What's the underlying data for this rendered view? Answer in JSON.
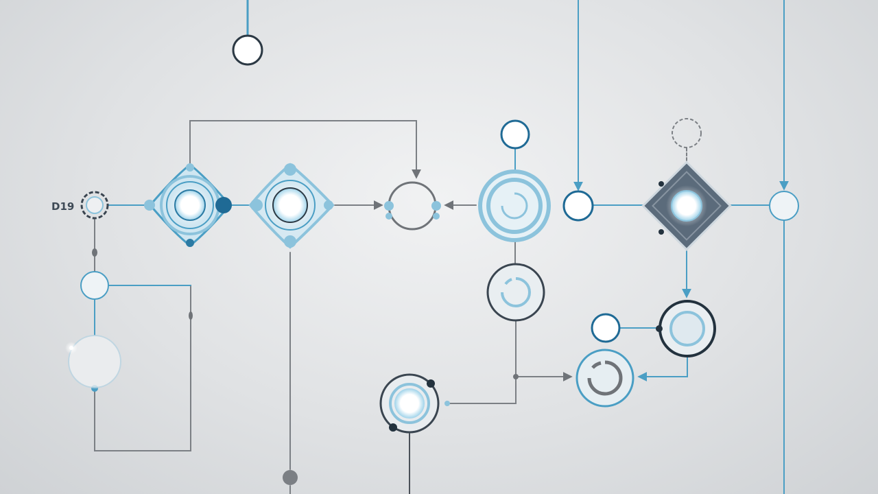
{
  "diagram": {
    "id_label": "D19",
    "colors": {
      "background": "#e3e5e7",
      "line_gray": "#7b7f84",
      "line_blue": "#4a9ec4",
      "accent_light_blue": "#8cc3dc",
      "dark_navy": "#23323e",
      "diamond_slate": "#5b6b7b",
      "glow_white": "#ffffff"
    },
    "nodes": [
      {
        "name": "top-open-node",
        "style": "white-circle"
      },
      {
        "name": "id-ring-node",
        "style": "dashed-dark-ring"
      },
      {
        "name": "glowing-diamond-node-1",
        "style": "glowing-blue-diamond"
      },
      {
        "name": "glowing-diamond-node-2",
        "style": "glowing-blue-diamond"
      },
      {
        "name": "gray-open-ring-node",
        "style": "gray-ring"
      },
      {
        "name": "top-small-node",
        "style": "white-circle"
      },
      {
        "name": "double-blue-ring-node",
        "style": "blue-double-ring"
      },
      {
        "name": "white-junction-node",
        "style": "white-circle"
      },
      {
        "name": "slate-diamond-node",
        "style": "slate-diamond"
      },
      {
        "name": "dashed-top-node",
        "style": "dashed-ring"
      },
      {
        "name": "right-ring-node",
        "style": "blue-ring"
      },
      {
        "name": "middle-ring-node",
        "style": "gray-ring-inner-blue"
      },
      {
        "name": "dark-ring-node",
        "style": "navy-ring"
      },
      {
        "name": "small-white-node",
        "style": "white-circle"
      },
      {
        "name": "lower-blue-ring-node",
        "style": "blue-ring-inner-gray"
      },
      {
        "name": "bottom-glow-node",
        "style": "gray-ring-inner-blue"
      },
      {
        "name": "left-small-ring-node",
        "style": "blue-ring"
      },
      {
        "name": "left-faded-ring-node",
        "style": "faded-ring"
      },
      {
        "name": "bottom-gray-dot",
        "style": "gray-dot"
      }
    ]
  }
}
